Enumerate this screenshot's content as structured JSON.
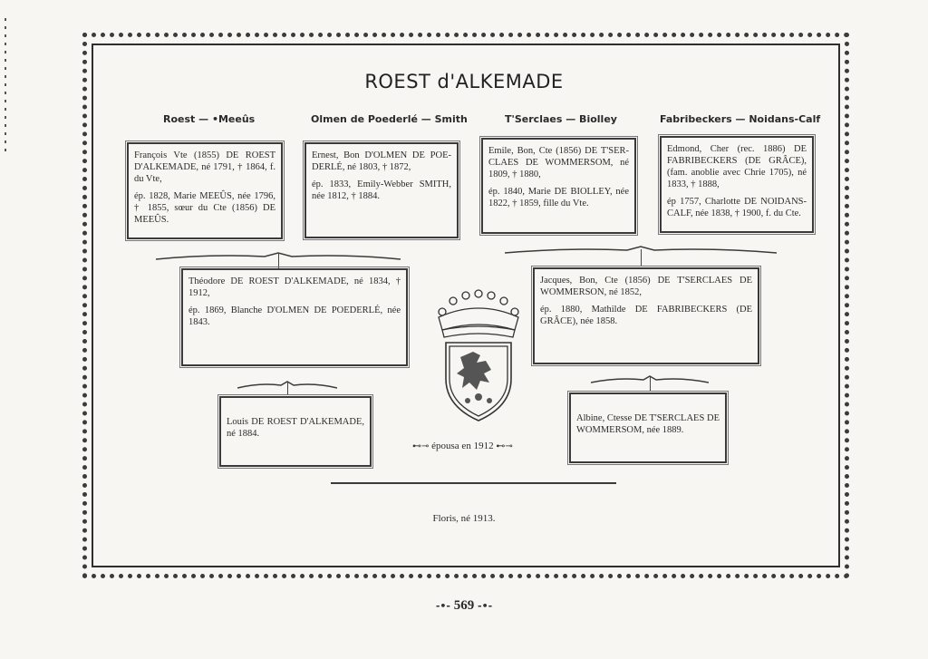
{
  "title": "ROEST d'ALKEMADE",
  "columns": [
    "Roest — •Meeûs",
    "Olmen de Poederlé — Smith",
    "T'Serclaes — Biolley",
    "Fabribeckers — Noidans-Calf"
  ],
  "gen1": [
    {
      "lines": [
        "François Vte (1855) DE ROEST D'ALKEMADE, né 1791, † 1864, f. du Vte,",
        "ép. 1828, Marie MEEÛS, née 1796, † 1855, sœur du Cte (1856) DE MEEÛS."
      ]
    },
    {
      "lines": [
        "Ernest, Bon D'OLMEN DE POE-DERLÉ, né 1803, † 1872,",
        "ép. 1833, Emily-Webber SMITH, née 1812, † 1884."
      ]
    },
    {
      "lines": [
        "Emile, Bon, Cte (1856) DE T'SER-CLAES DE WOMMERSOM, né 1809, † 1880,",
        "ép. 1840, Marie DE BIOLLEY, née 1822, † 1859, fille du Vte."
      ]
    },
    {
      "lines": [
        "Edmond, Cher (rec. 1886) DE FABRIBECKERS (DE GRÂCE), (fam. anoblie avec Chrie 1705), né 1833, † 1888,",
        "ép 1757, Charlotte DE NOIDANS-CALF, née 1838, † 1900, f. du Cte."
      ]
    }
  ],
  "gen2": [
    {
      "lines": [
        "Théodore DE ROEST D'ALKEMADE, né 1834, † 1912,",
        "ép. 1869, Blanche D'OLMEN DE POEDERLÉ, née 1843."
      ]
    },
    {
      "lines": [
        "Jacques, Bon, Cte (1856) DE T'SERCLAES DE WOMMERSON, né 1852,",
        "ép. 1880, Mathilde DE FABRIBECKERS (DE GRÂCE), née 1858."
      ]
    }
  ],
  "gen3": [
    {
      "lines": [
        "Louis DE ROEST D'ALKEMADE, né 1884."
      ]
    },
    {
      "lines": [
        "Albine, Ctesse DE T'SERCLAES DE WOMMERSOM, née 1889."
      ]
    }
  ],
  "married": "épousa en 1912",
  "child": "Floris, né 1913.",
  "page_number": "569"
}
